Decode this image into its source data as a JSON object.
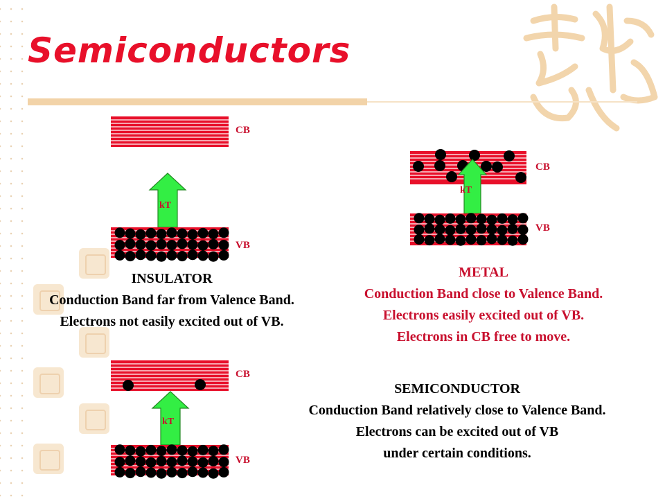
{
  "slide_title": "Semiconductors",
  "band_labels": {
    "cb": "CB",
    "vb": "VB",
    "energy": "kT"
  },
  "colors": {
    "title": "#e8102a",
    "band": "#e8102a",
    "arrow": "#33ee44",
    "electron": "#000000",
    "caption_red": "#c8102e",
    "caption_black": "#000000",
    "decor": "#f2d3a8"
  },
  "insulator": {
    "heading": "INSULATOR",
    "lines": [
      "Conduction Band far from Valence Band.",
      "Electrons not easily excited out of VB."
    ],
    "cb_electrons": 0
  },
  "metal": {
    "heading": "METAL",
    "lines": [
      "Conduction Band close to Valence Band.",
      "Electrons easily excited out of VB.",
      "Electrons in CB free to move."
    ]
  },
  "semiconductor": {
    "heading": "SEMICONDUCTOR",
    "lines": [
      "Conduction Band relatively close to Valence Band.",
      "Electrons can be excited out of VB",
      "under certain conditions."
    ],
    "cb_electrons": 2
  },
  "decor_icons": [
    "calligraphy-seal-icon",
    "stamp-icon"
  ]
}
